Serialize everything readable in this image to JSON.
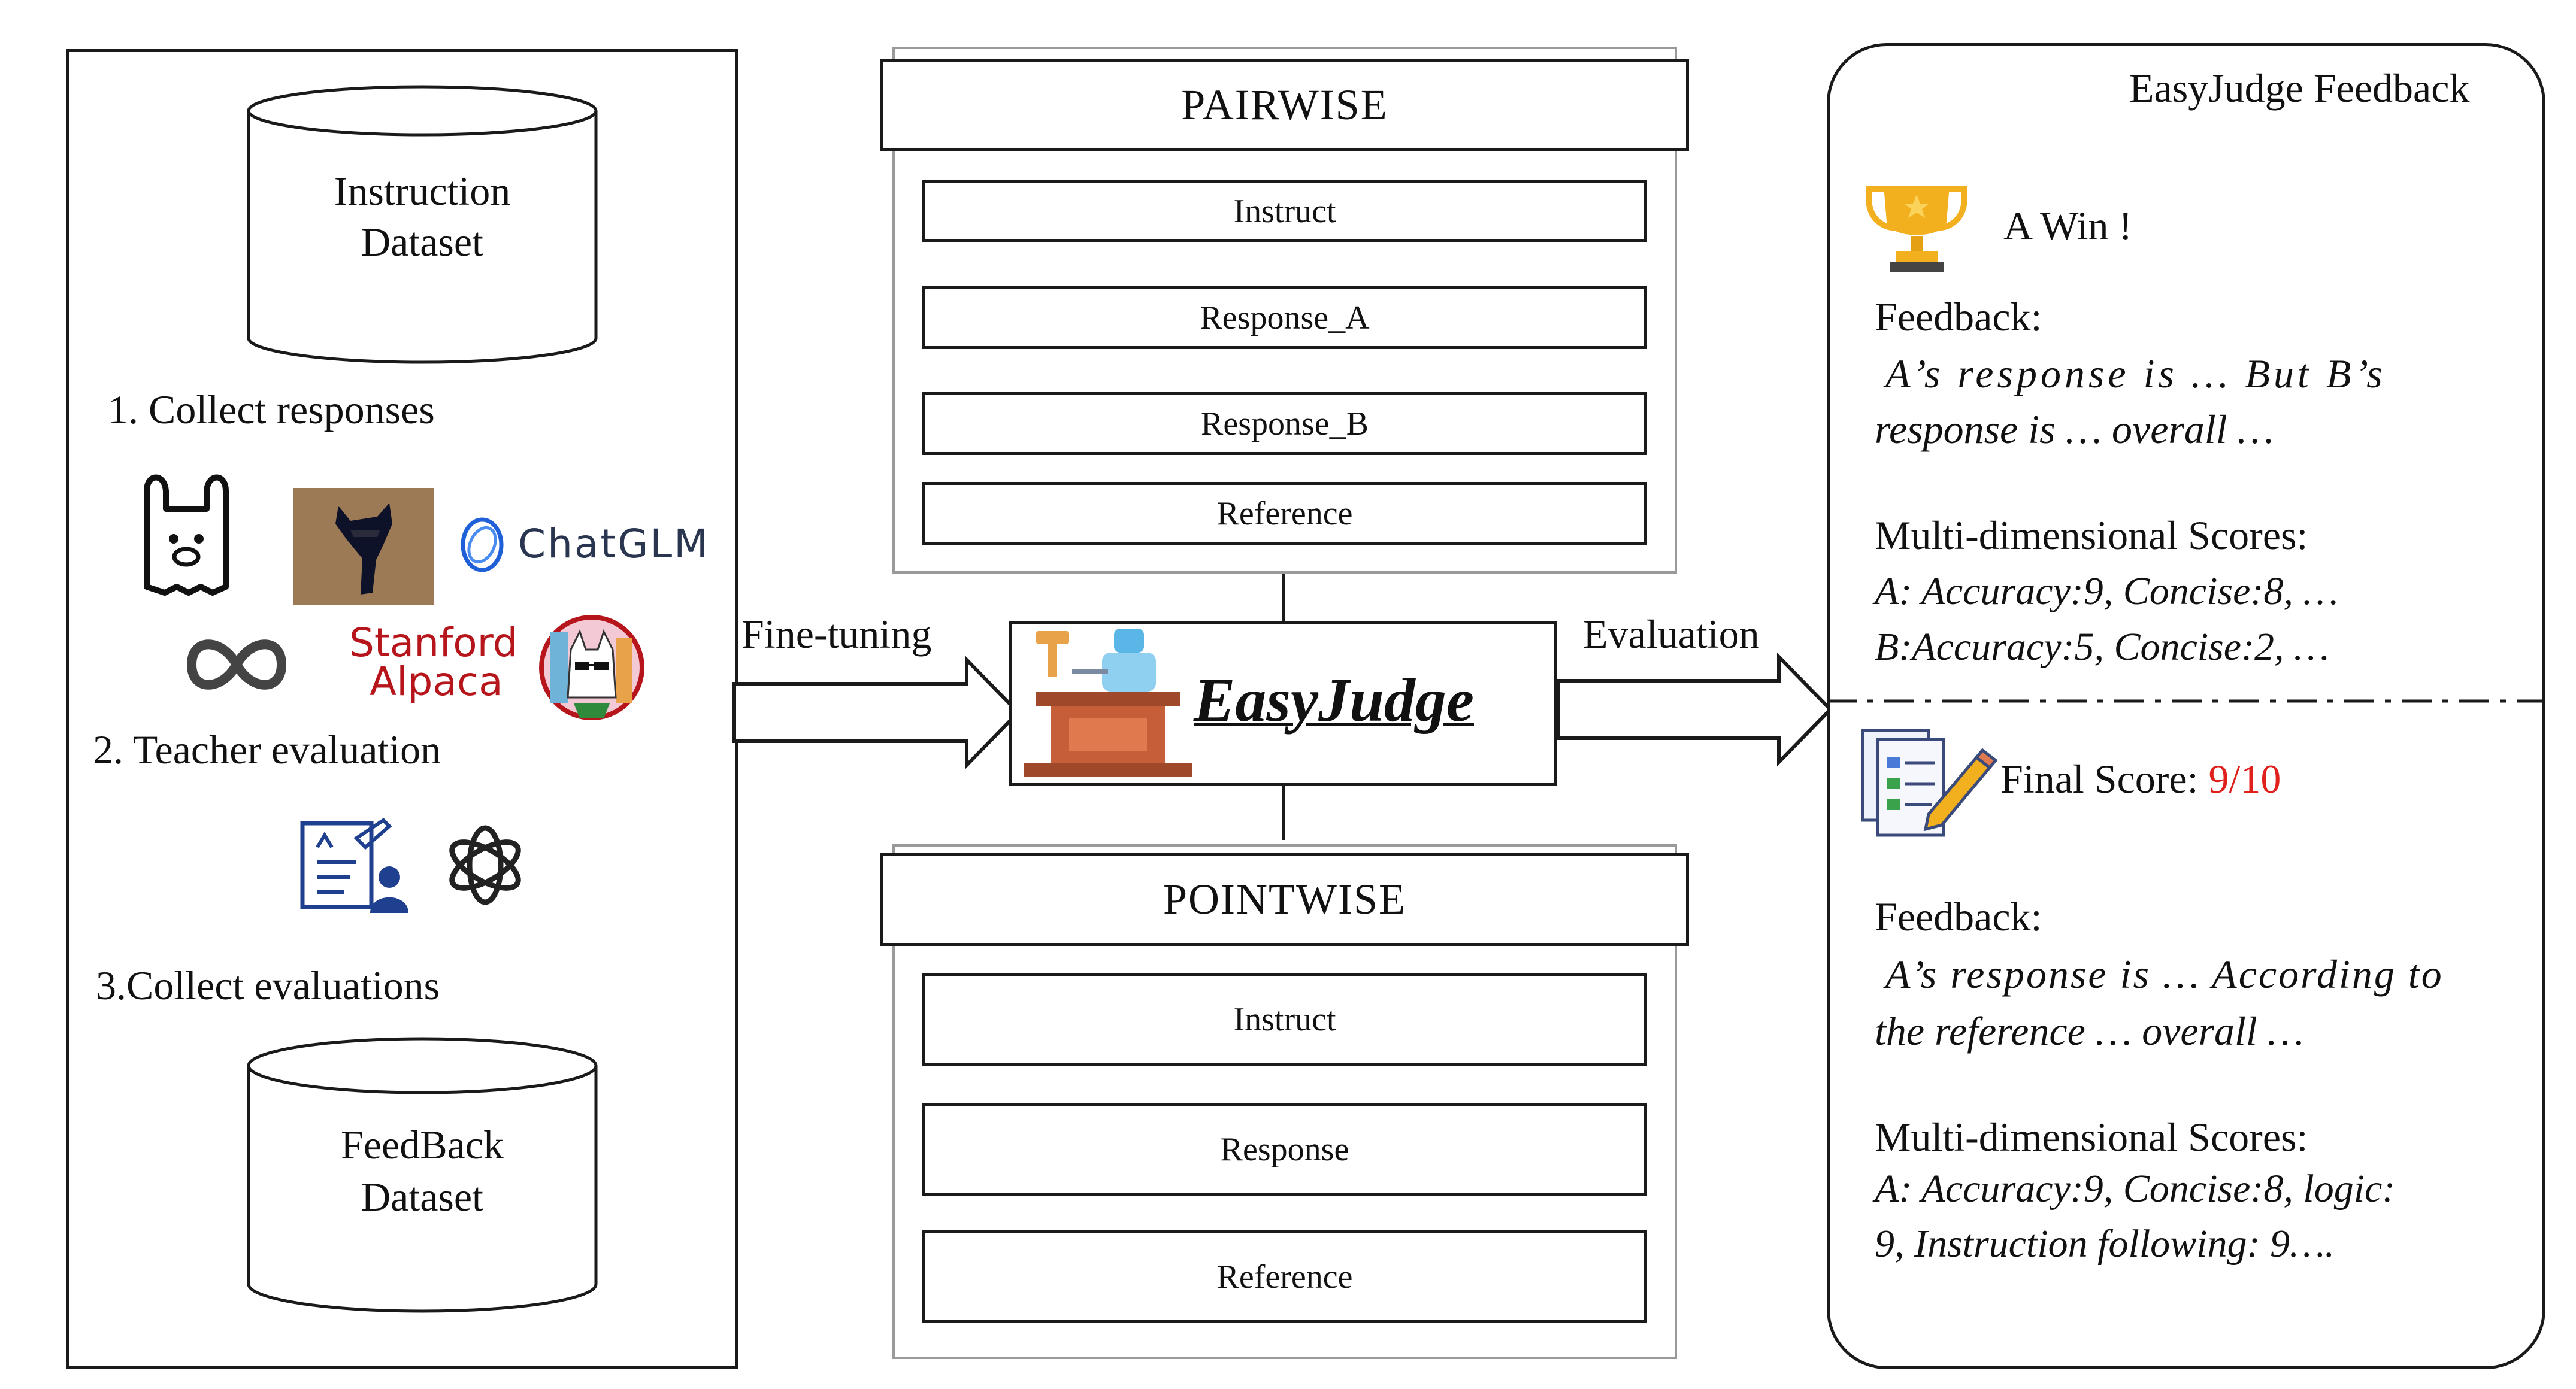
{
  "left": {
    "instruction_dataset": [
      "Instruction",
      "Dataset"
    ],
    "step1": "1. Collect responses",
    "step2": "2. Teacher evaluation",
    "step3": "3.Collect evaluations",
    "feedback_dataset": [
      "FeedBack",
      "Dataset"
    ],
    "logos": {
      "chatglm": "ChatGLM",
      "stanford": "Stanford",
      "alpaca": "Alpaca"
    }
  },
  "arrows": {
    "fine_tuning": "Fine-tuning",
    "evaluation": "Evaluation"
  },
  "pairwise": {
    "title": "PAIRWISE",
    "fields": [
      "Instruct",
      "Response_A",
      "Response_B",
      "Reference"
    ]
  },
  "center": {
    "name": "EasyJudge"
  },
  "pointwise": {
    "title": "POINTWISE",
    "fields": [
      "Instruct",
      "Response",
      "Reference"
    ]
  },
  "feedback_panel": {
    "title": "EasyJudge Feedback",
    "pair": {
      "result": "A Win !",
      "feedback_label": "Feedback:",
      "feedback_line1": "A’s response is … But B’s",
      "feedback_line2": "response is … overall …",
      "scores_label": "Multi-dimensional Scores:",
      "scores_line1": "A: Accuracy:9, Concise:8, …",
      "scores_line2": "B:Accuracy:5, Concise:2, …"
    },
    "point": {
      "final_label": "Final Score: ",
      "final_value": "9/10",
      "feedback_label": "Feedback:",
      "feedback_line1": "A’s response is … According to",
      "feedback_line2": "the reference … overall …",
      "scores_label": "Multi-dimensional Scores:",
      "scores_line1": "A: Accuracy:9, Concise:8,  logic:",
      "scores_line2": "9, Instruction following: 9…."
    }
  },
  "colors": {
    "final_score": "#e0201b",
    "stanford_red": "#b5151b",
    "chatglm_blue": "#1f5fd8",
    "teacher_blue": "#1f3f8f",
    "trophy_gold": "#f2b01e"
  }
}
